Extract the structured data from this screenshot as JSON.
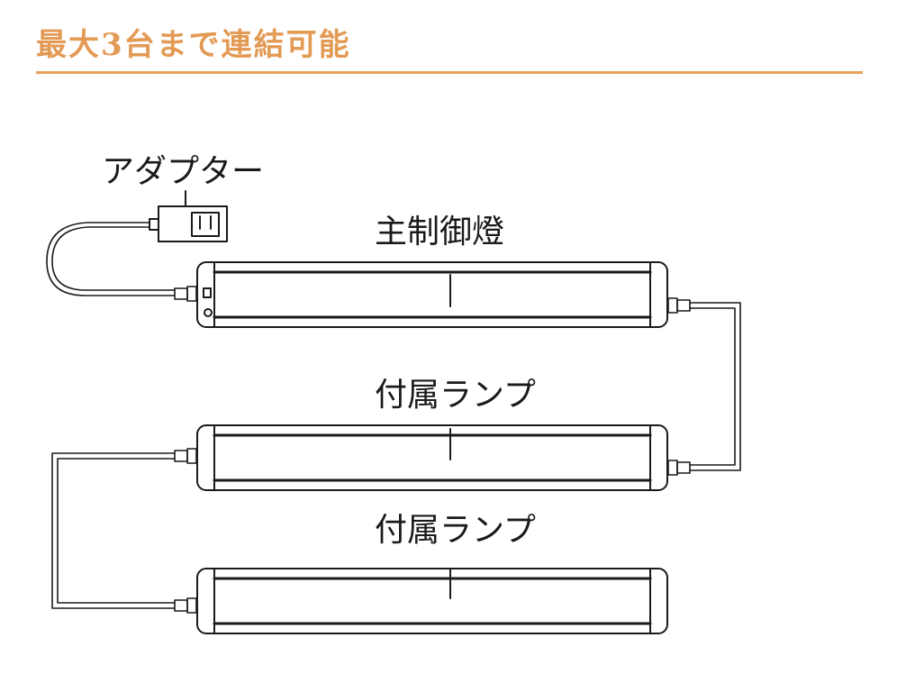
{
  "header": {
    "title": "最大3台まで連結可能"
  },
  "colors": {
    "accent": "#e8a25a",
    "title": "#e39a55",
    "line": "#1a1a1a"
  },
  "diagram": {
    "adapter_label": "アダプター",
    "main_lamp_label": "主制御燈",
    "sub_lamp_1_label": "付属ランプ",
    "sub_lamp_2_label": "付属ランプ"
  }
}
